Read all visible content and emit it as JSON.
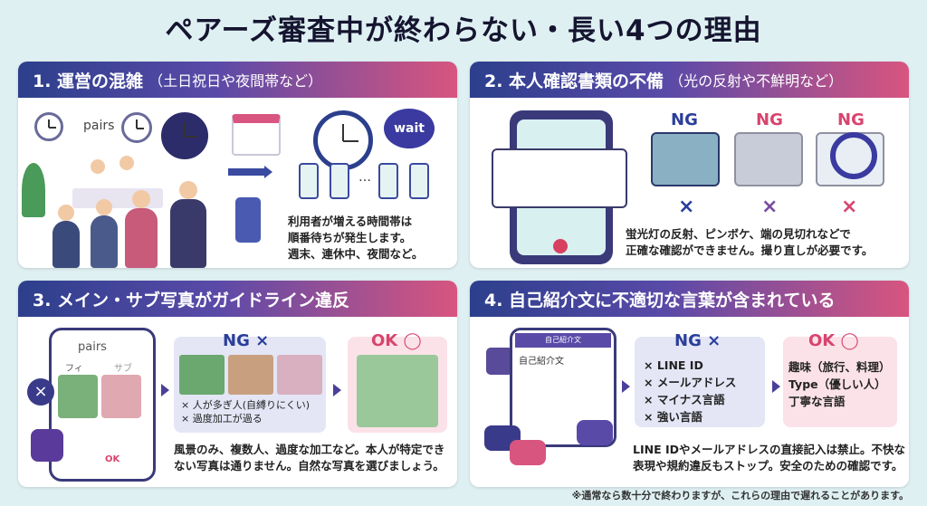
{
  "title": "ペアーズ審査中が終わらない・長い4つの理由",
  "panels": {
    "p1": {
      "heading": "1. 運営の混雑",
      "heading_sub": "（土日祝日や夜間帯など）",
      "brand": "pairs",
      "wait": "wait",
      "body": [
        "利用者が増える時間帯は",
        "順番待ちが発生します。",
        "週末、連休中、夜間など。"
      ]
    },
    "p2": {
      "heading": "2. 本人確認書類の不備",
      "heading_sub": "（光の反射や不鮮明など）",
      "ng_labels": [
        "NG",
        "NG",
        "NG"
      ],
      "marks": [
        "×",
        "×",
        "×"
      ],
      "body": [
        "蛍光灯の反射、ピンボケ、端の見切れなどで",
        "正確な確認ができません。撮り直しが必要です。"
      ]
    },
    "p3": {
      "heading": "3. メイン・サブ写真がガイドライン違反",
      "brand": "pairs",
      "tabs": [
        "フィ",
        "サブ"
      ],
      "ok_small": "OK",
      "ng_title": "NG ×",
      "ng_items": [
        "× 人が多ぎ人(自縛りにくい)",
        "× 過度加工が過る"
      ],
      "ok_title": "OK ◯",
      "body": [
        "風景のみ、複数人、過度な加工など。本人が特定でき",
        "ない写真は通りません。自然な写真を選びましょう。"
      ]
    },
    "p4": {
      "heading": "4. 自己紹介文に不適切な言葉が含まれている",
      "phone_title": "自己紹介文",
      "phone_label": "自己紹介文",
      "ng_title": "NG ×",
      "ng_items": [
        "× LINE ID",
        "× メールアドレス",
        "× マイナス言語",
        "× 強い言語"
      ],
      "ok_title": "OK ◯",
      "ok_items": [
        "趣味（旅行、料理）",
        "Type（優しい人）",
        "丁寧な言語"
      ],
      "body": [
        "LINE IDやメールアドレスの直接記入は禁止。不快な",
        "表現や規約違反もストップ。安全のための確認です。"
      ]
    }
  },
  "footnote": "※通常なら数十分で終わりますが、これらの理由で遅れることがあります。"
}
